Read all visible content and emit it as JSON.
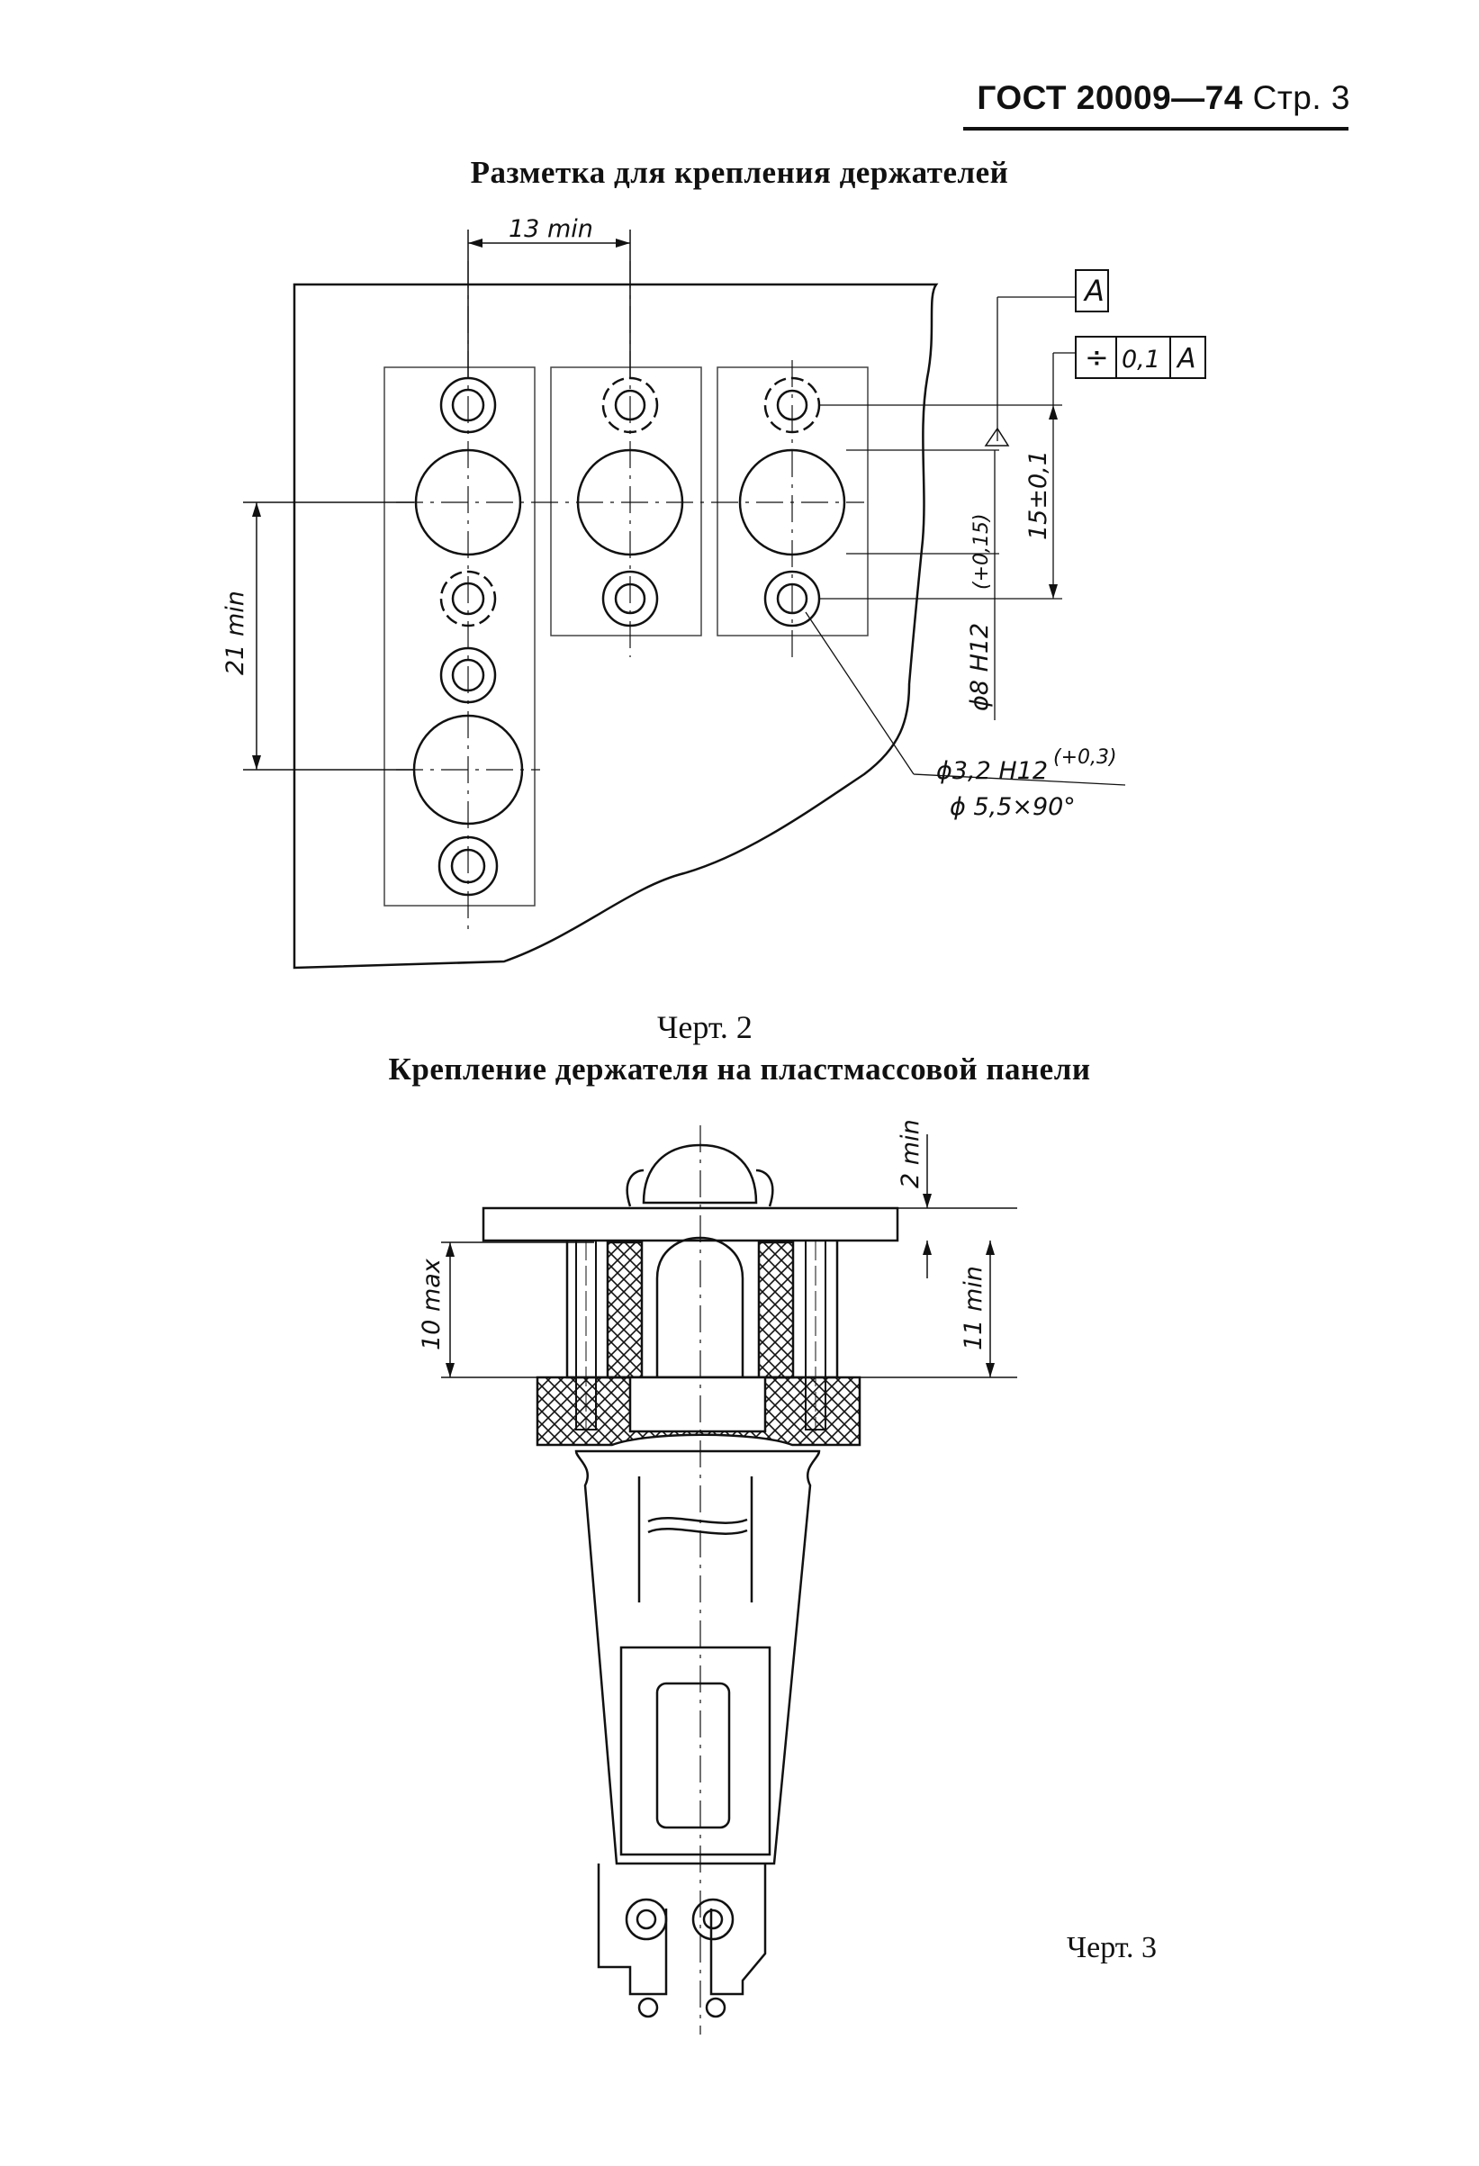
{
  "header": {
    "standard": "ГОСТ 20009—74",
    "page": "Стр. 3"
  },
  "drawing1": {
    "title": "Разметка для крепления держателей",
    "dim_spacing_horizontal": "13 min",
    "dim_spacing_vertical": "21 min",
    "dim_pitch": "15±0,1",
    "datum_label": "A",
    "tolerance_symbol": "÷",
    "tolerance_value": "0,1",
    "tolerance_datum": "A",
    "hole_large": "ϕ8 H12",
    "hole_large_tol": "(+0,15)",
    "hole_small": "ϕ3,2 H12",
    "hole_small_tol": "(+0,3)",
    "countersink": "ϕ 5,5×90°",
    "caption": "Черт. 2"
  },
  "drawing2": {
    "title": "Крепление держателя на пластмассовой панели",
    "dim_top": "2 min",
    "dim_left": "10 max",
    "dim_right": "11 min",
    "caption": "Черт. 3"
  }
}
